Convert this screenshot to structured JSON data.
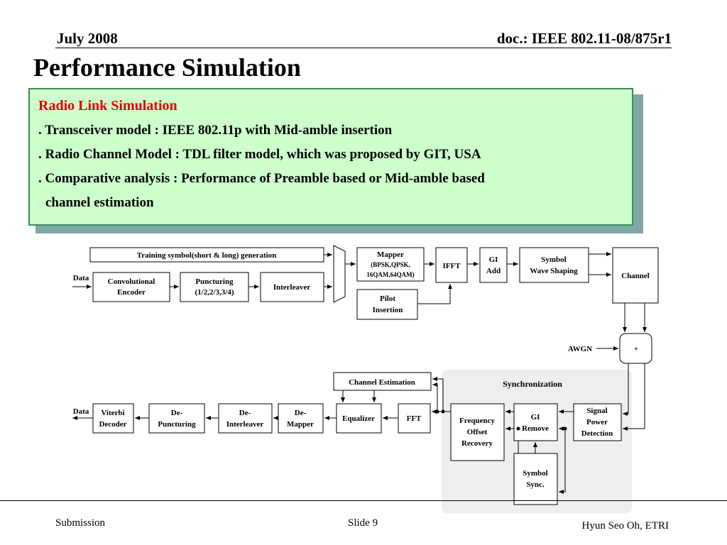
{
  "header": {
    "date": "July 2008",
    "doc": "doc.: IEEE 802.11-08/875r1"
  },
  "title": "Performance Simulation",
  "textbox": {
    "heading": "Radio Link Simulation",
    "lines": [
      ". Transceiver model : IEEE 802.11p with Mid-amble insertion",
      ". Radio Channel Model : TDL filter model, which was proposed by GIT, USA",
      ". Comparative analysis : Performance of Preamble based or Mid-amble based"
    ],
    "continuation": "channel estimation"
  },
  "diagram": {
    "training": "Training symbol(short & long) generation",
    "data_in": "Data",
    "conv_encoder": [
      "Convolutional",
      "Encoder"
    ],
    "puncturing": [
      "Puncturing",
      "(1/2,2/3,3/4)"
    ],
    "interleaver": "Interleaver",
    "mapper": [
      "Mapper",
      "(BPSK,QPSK,",
      "16QAM,64QAM)"
    ],
    "pilot": [
      "Pilot",
      "Insertion"
    ],
    "ifft": "IFFT",
    "gi_add": [
      "GI",
      "Add"
    ],
    "wave_shaping": [
      "Symbol",
      "Wave Shaping"
    ],
    "channel": "Channel",
    "awgn": "AWGN",
    "plus": "+",
    "synchronization": "Synchronization",
    "signal_power": [
      "Signal",
      "Power",
      "Detection"
    ],
    "gi_remove": [
      "GI",
      "Remove"
    ],
    "symbol_sync": [
      "Symbol",
      "Sync."
    ],
    "freq_offset": [
      "Frequency",
      "Offset",
      "Recovery"
    ],
    "fft": "FFT",
    "channel_est": "Channel Estimation",
    "equalizer": "Equalizer",
    "demapper": [
      "De-",
      "Mapper"
    ],
    "deinterleaver": [
      "De-",
      "Interleaver"
    ],
    "depuncturing": [
      "De-",
      "Puncturing"
    ],
    "viterbi": [
      "Viterbi",
      "Decoder"
    ],
    "data_out": "Data"
  },
  "footer": {
    "left": "Submission",
    "center": "Slide 9",
    "right": "Hyun Seo Oh, ETRI"
  }
}
